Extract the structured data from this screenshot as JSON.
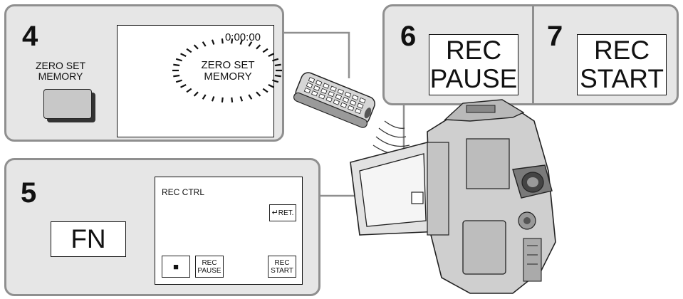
{
  "step4": {
    "number": "4",
    "button_label_line1": "ZERO SET",
    "button_label_line2": "MEMORY",
    "screen_counter": "0:00:00",
    "screen_text_line1": "ZERO SET",
    "screen_text_line2": "MEMORY"
  },
  "step5": {
    "number": "5",
    "fn_label": "FN",
    "screen_title": "REC CTRL",
    "ret_label": "RET.",
    "stop_symbol": "■",
    "rec_pause_line1": "REC",
    "rec_pause_line2": "PAUSE",
    "rec_start_line1": "REC",
    "rec_start_line2": "START"
  },
  "step6": {
    "number": "6",
    "label_line1": "REC",
    "label_line2": "PAUSE"
  },
  "step7": {
    "number": "7",
    "label_line1": "REC",
    "label_line2": "START"
  },
  "colors": {
    "panel_fill": "#e6e6e6",
    "panel_border": "#8f8f8f",
    "button_gray": "#c8c8c8"
  },
  "icons": [
    "remote-control-icon",
    "camcorder-icon",
    "return-arrow-icon",
    "stop-icon"
  ]
}
